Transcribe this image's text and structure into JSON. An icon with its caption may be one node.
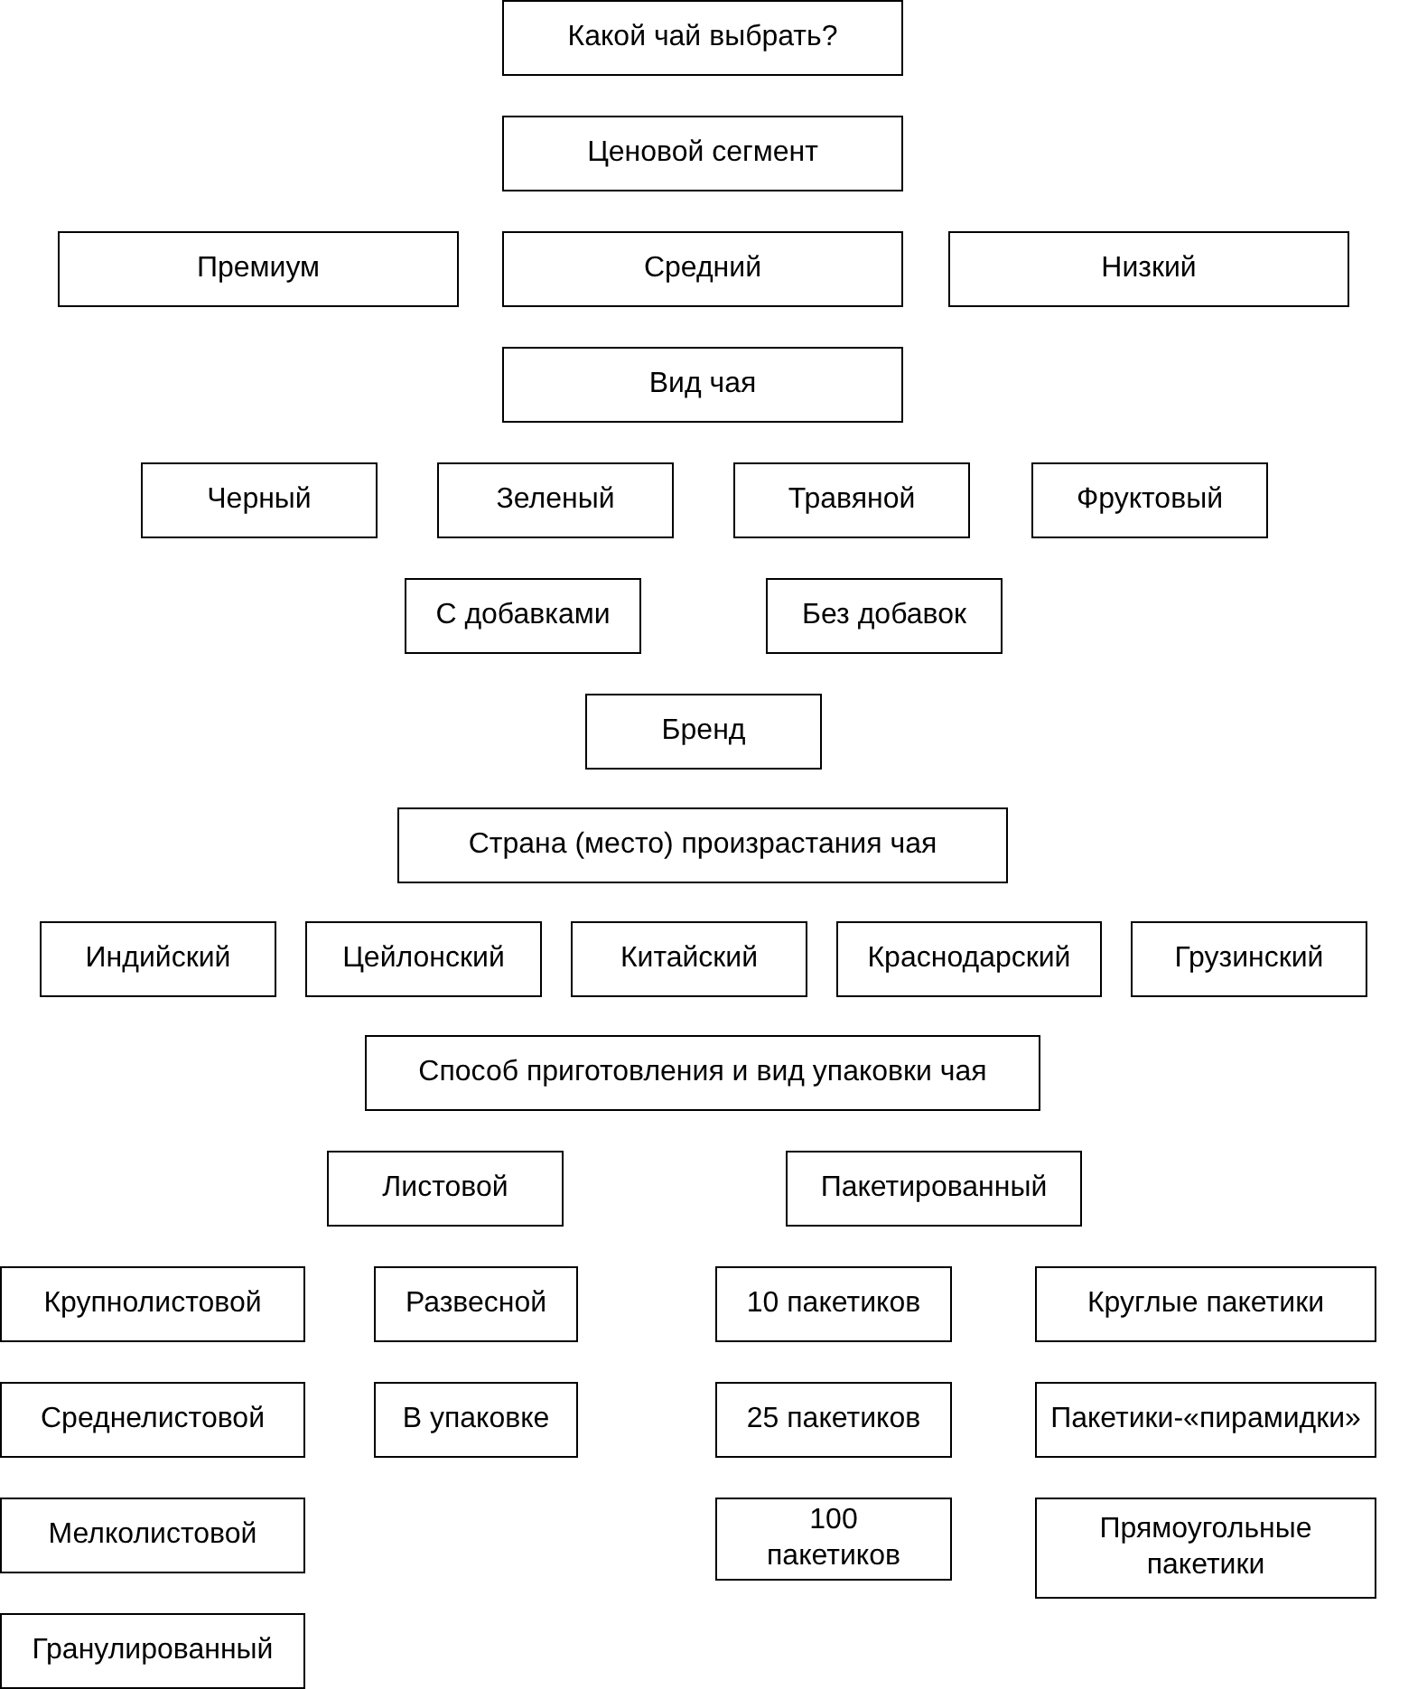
{
  "diagram": {
    "nodes": [
      {
        "text": [
          "Какой чай выбрать?"
        ]
      },
      {
        "text": [
          "Ценовой сегмент"
        ]
      },
      {
        "text": [
          "Премиум"
        ]
      },
      {
        "text": [
          "Средний"
        ]
      },
      {
        "text": [
          "Низкий"
        ]
      },
      {
        "text": [
          "Вид чая"
        ]
      },
      {
        "text": [
          "Черный"
        ]
      },
      {
        "text": [
          "Зеленый"
        ]
      },
      {
        "text": [
          "Травяной"
        ]
      },
      {
        "text": [
          "Фруктовый"
        ]
      },
      {
        "text": [
          "С добавками"
        ]
      },
      {
        "text": [
          "Без добавок"
        ]
      },
      {
        "text": [
          "Бренд"
        ]
      },
      {
        "text": [
          "Страна (место) произрастания чая"
        ]
      },
      {
        "text": [
          "Индийский"
        ]
      },
      {
        "text": [
          "Цейлонский"
        ]
      },
      {
        "text": [
          "Китайский"
        ]
      },
      {
        "text": [
          "Краснодарский"
        ]
      },
      {
        "text": [
          "Грузинский"
        ]
      },
      {
        "text": [
          "Способ приготовления и вид упаковки чая"
        ]
      },
      {
        "text": [
          "Листовой"
        ]
      },
      {
        "text": [
          "Пакетированный"
        ]
      },
      {
        "text": [
          "Крупнолистовой"
        ]
      },
      {
        "text": [
          "Развесной"
        ]
      },
      {
        "text": [
          "10 пакетиков"
        ]
      },
      {
        "text": [
          "Круглые пакетики"
        ]
      },
      {
        "text": [
          "Среднелистовой"
        ]
      },
      {
        "text": [
          "В упаковке"
        ]
      },
      {
        "text": [
          "25 пакетиков"
        ]
      },
      {
        "text": [
          "Пакетики-«пирамидки»"
        ]
      },
      {
        "text": [
          "Мелколистовой"
        ]
      },
      {
        "text": [
          "100 пакетиков"
        ]
      },
      {
        "text": [
          "Прямоугольные пакетики"
        ]
      },
      {
        "text": [
          "Гранулированный"
        ]
      }
    ]
  }
}
